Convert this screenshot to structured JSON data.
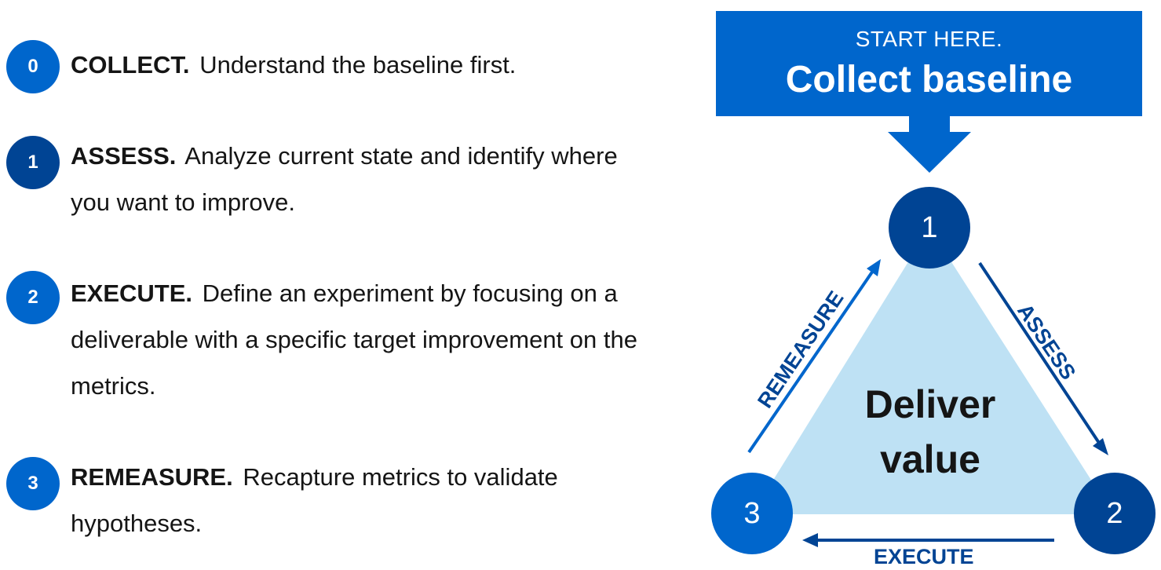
{
  "steps": [
    {
      "num": "0",
      "title": "COLLECT.",
      "desc": "Understand the baseline first.",
      "color": "#0066cc"
    },
    {
      "num": "1",
      "title": "ASSESS.",
      "desc": "Analyze current state and identify where you want to improve.",
      "color": "#004494"
    },
    {
      "num": "2",
      "title": "EXECUTE.",
      "desc": "Define an experiment by focusing on a deliverable with a specific target improvement on the metrics.",
      "color": "#0066cc"
    },
    {
      "num": "3",
      "title": "REMEASURE.",
      "desc": "Recapture metrics to validate hypotheses.",
      "color": "#0066cc"
    }
  ],
  "diagram": {
    "start_small": "START HERE.",
    "start_big": "Collect baseline",
    "center_line1": "Deliver",
    "center_line2": "value",
    "nodes": [
      "1",
      "2",
      "3"
    ],
    "edges": {
      "top_right": "ASSESS",
      "bottom": "EXECUTE",
      "left": "REMEASURE"
    },
    "colors": {
      "primary": "#0066cc",
      "dark": "#004494",
      "triangle": "#bee1f4"
    }
  }
}
